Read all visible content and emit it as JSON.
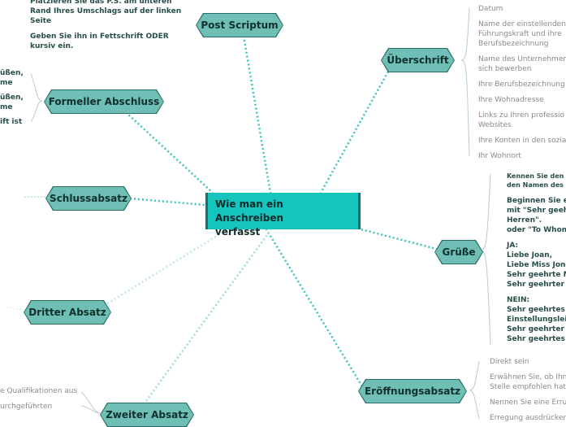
{
  "central": {
    "title_line1": "Wie man ein Anschreiben",
    "title_line2": "verfasst"
  },
  "branches": {
    "post_scriptum": "Post Scriptum",
    "ueberschrift": "Überschrift",
    "formeller_abschluss": "Formeller Abschluss",
    "schlussabsatz": "Schlussabsatz",
    "gruesse": "Grüße",
    "dritter_absatz": "Dritter Absatz",
    "eroeffnungsabsatz": "Eröffnungsabsatz",
    "zweiter_absatz": "Zweiter Absatz"
  },
  "post_scriptum_notes": [
    "Platzieren Sie das P.S. am unteren",
    "Rand Ihres Umschlags auf der linken",
    "Seite",
    "Geben Sie ihn in Fettschrift ODER",
    "kursiv ein."
  ],
  "formeller_abschluss_notes": [
    "üßen,",
    "me",
    "üßen,",
    "me",
    "ift ist"
  ],
  "ueberschrift_notes": [
    "Datum",
    "Name der einstellenden",
    "Führungskraft und ihre",
    "Berufsbezeichnung",
    "Name des Unternehmens",
    "sich bewerben",
    "Ihre Berufsbezeichnung",
    "Ihre Wohnadresse",
    "Links zu Ihren professio",
    "Websites",
    "Ihre Konten in den sozia",
    "Ihr Wohnort"
  ],
  "gruesse_notes": [
    "Kennen Sie den Na",
    "den Namen des Pe",
    "Beginnen Sie ein",
    "mit \"Sehr geehr",
    "Herren\".",
    "oder \"To Whom",
    "JA:",
    "Liebe Joan,",
    "Liebe Miss Jones",
    "Sehr geehrte Ms",
    "Sehr geehrter M",
    "NEIN:",
    "Sehr geehrtes V",
    "Einstellungsleite",
    "Sehr geehrter Ei",
    "Sehr geehrtes Te"
  ],
  "eroeffnungsabsatz_notes": [
    "Direkt sein",
    "Erwähnen Sie, ob Ihn",
    "Stelle empfohlen hat",
    "Nennen Sie eine Erru",
    "Erregung ausdrücken"
  ],
  "zweiter_absatz_notes": [
    "e Qualifikationen aus",
    "urchgeführten"
  ],
  "colors": {
    "central": "#15c4bc",
    "branch": "#6fbfb6",
    "connector": "#3cc4bb"
  }
}
